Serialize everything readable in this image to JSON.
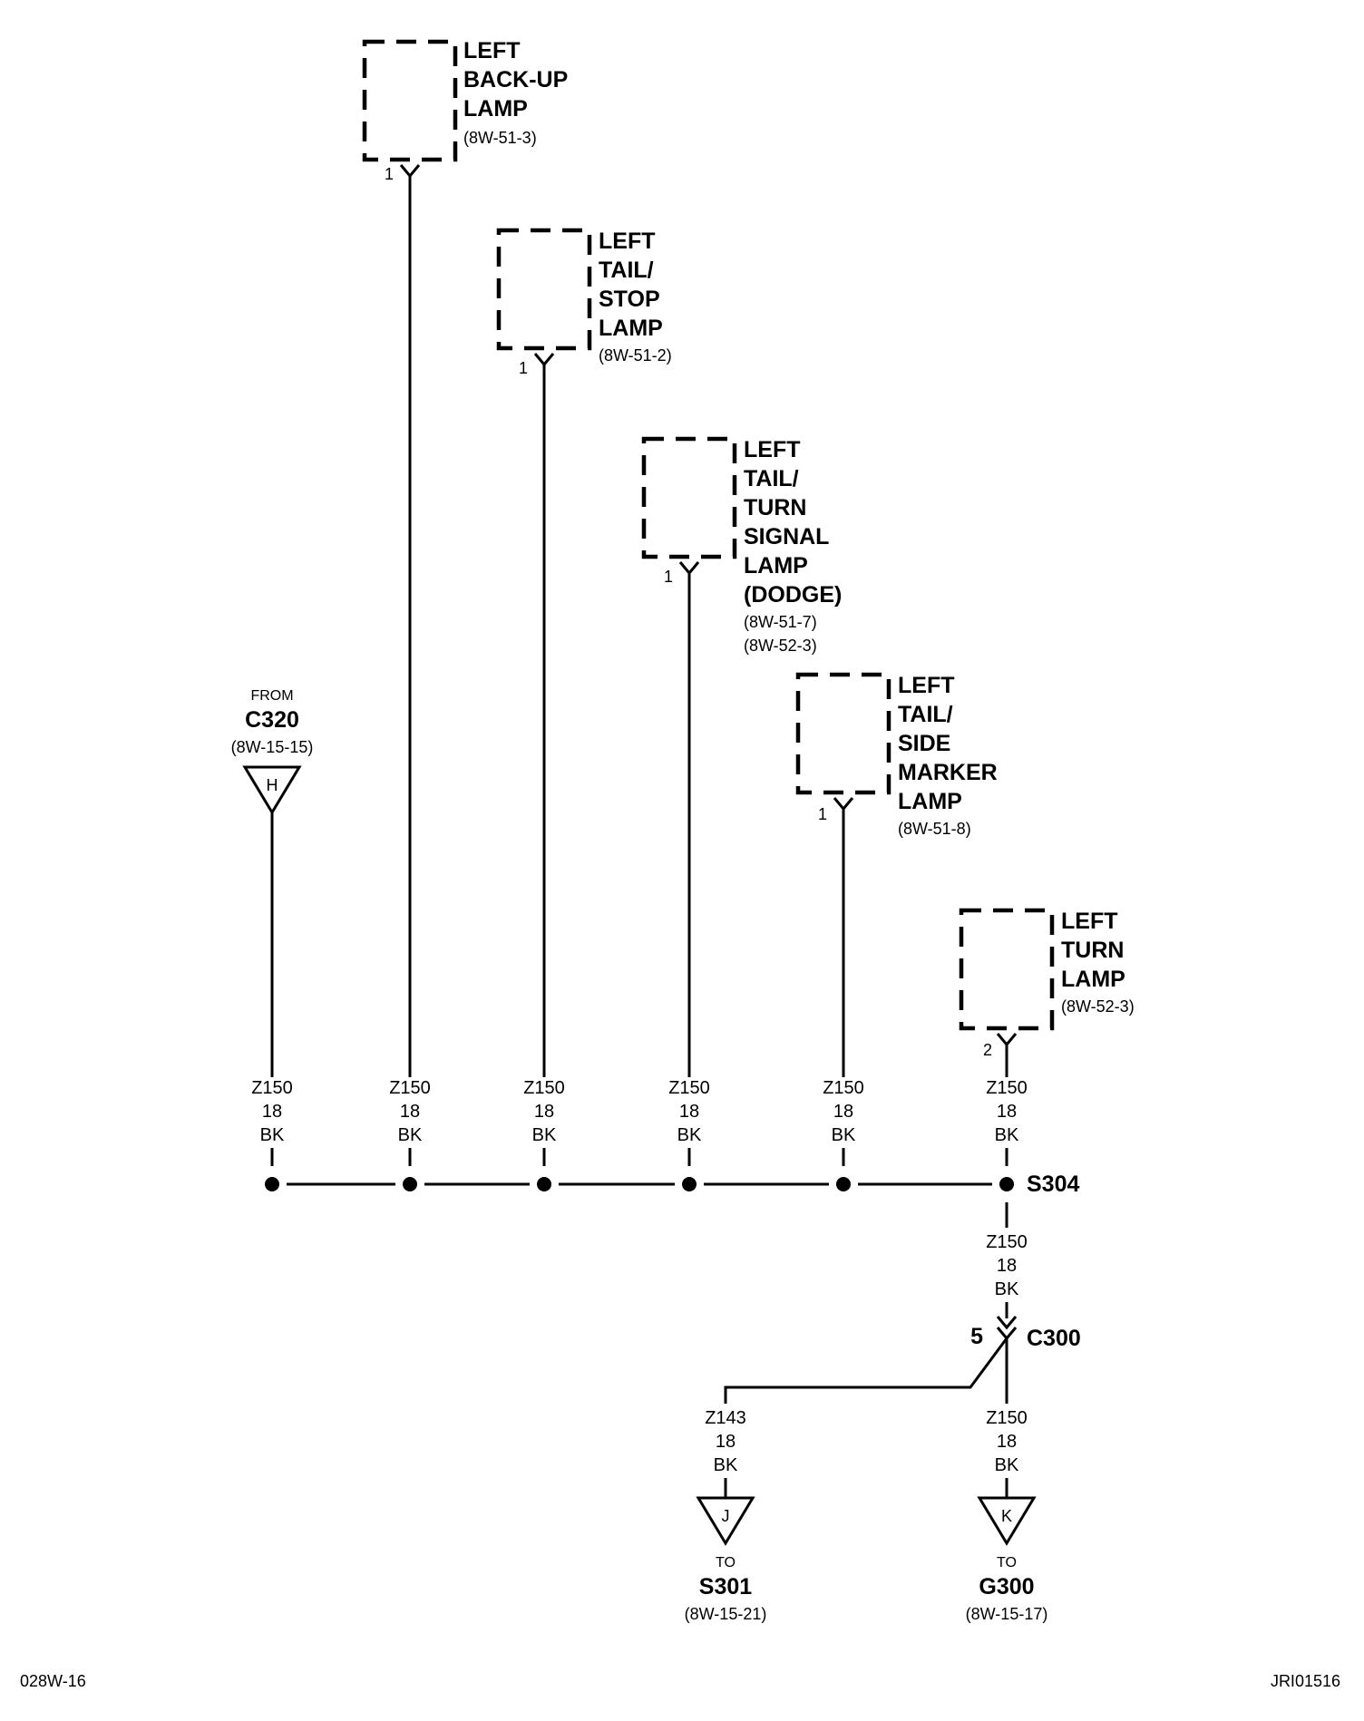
{
  "components": [
    {
      "lines": [
        "LEFT",
        "BACK-UP",
        "LAMP"
      ],
      "refs": [
        "(8W-51-3)"
      ],
      "pin": "1"
    },
    {
      "lines": [
        "LEFT",
        "TAIL/",
        "STOP",
        "LAMP"
      ],
      "refs": [
        "(8W-51-2)"
      ],
      "pin": "1"
    },
    {
      "lines": [
        "LEFT",
        "TAIL/",
        "TURN",
        "SIGNAL",
        "LAMP",
        "(DODGE)"
      ],
      "refs": [
        "(8W-51-7)",
        "(8W-52-3)"
      ],
      "pin": "1"
    },
    {
      "lines": [
        "LEFT",
        "TAIL/",
        "SIDE",
        "MARKER",
        "LAMP"
      ],
      "refs": [
        "(8W-51-8)"
      ],
      "pin": "1"
    },
    {
      "lines": [
        "LEFT",
        "TURN",
        "LAMP"
      ],
      "refs": [
        "(8W-52-3)"
      ],
      "pin": "2"
    }
  ],
  "from_connector": {
    "prefix": "FROM",
    "name": "C320",
    "ref": "(8W-15-15)",
    "cavity": "H"
  },
  "wires": [
    {
      "circuit": "Z150",
      "gauge": "18",
      "color": "BK"
    },
    {
      "circuit": "Z150",
      "gauge": "18",
      "color": "BK"
    },
    {
      "circuit": "Z150",
      "gauge": "18",
      "color": "BK"
    },
    {
      "circuit": "Z150",
      "gauge": "18",
      "color": "BK"
    },
    {
      "circuit": "Z150",
      "gauge": "18",
      "color": "BK"
    },
    {
      "circuit": "Z150",
      "gauge": "18",
      "color": "BK"
    },
    {
      "circuit": "Z150",
      "gauge": "18",
      "color": "BK"
    },
    {
      "circuit": "Z143",
      "gauge": "18",
      "color": "BK"
    },
    {
      "circuit": "Z150",
      "gauge": "18",
      "color": "BK"
    }
  ],
  "splice": "S304",
  "c300": {
    "name": "C300",
    "pin": "5"
  },
  "destinations": [
    {
      "prefix": "TO",
      "name": "S301",
      "ref": "(8W-15-21)",
      "cavity": "J"
    },
    {
      "prefix": "TO",
      "name": "G300",
      "ref": "(8W-15-17)",
      "cavity": "K"
    }
  ],
  "footer": {
    "left": "028W-16",
    "right": "JRI01516"
  }
}
